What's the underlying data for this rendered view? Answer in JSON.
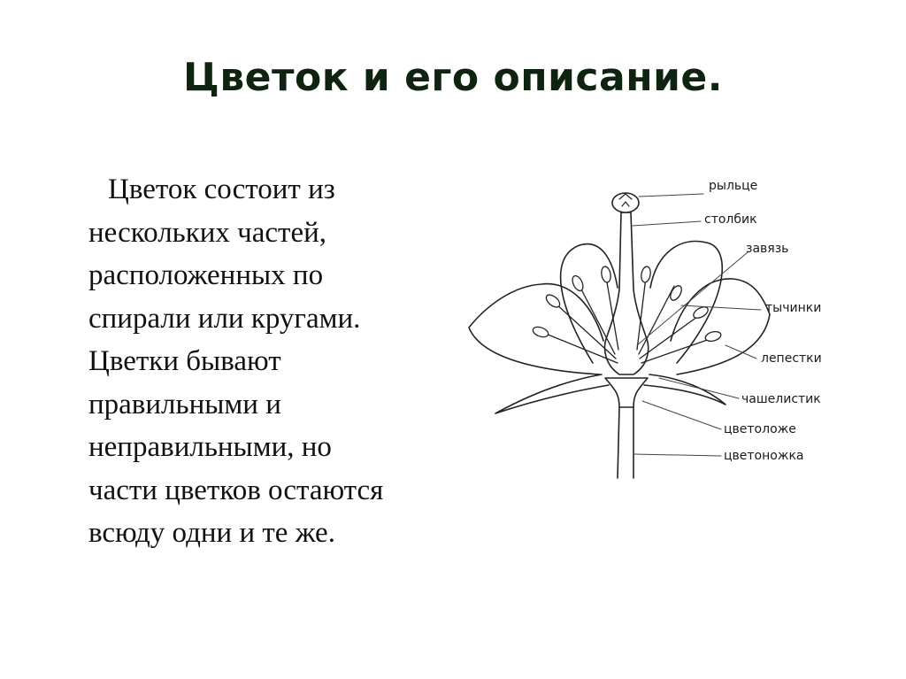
{
  "title": "Цветок и его описание.",
  "body_lines": [
    "Цветок состоит из",
    "нескольких частей,",
    "расположенных по",
    "спирали или кругами.",
    "Цветки бывают",
    "правильными и",
    "неправильными, но",
    "части цветков остаются",
    "всюду одни и те же."
  ],
  "diagram": {
    "labels": {
      "stigma": "рыльце",
      "style": "столбик",
      "ovary": "завязь",
      "stamens": "тычинки",
      "petals": "лепестки",
      "sepal": "чашелистик",
      "receptacle": "цветоложе",
      "pedicel": "цветоножка"
    }
  }
}
